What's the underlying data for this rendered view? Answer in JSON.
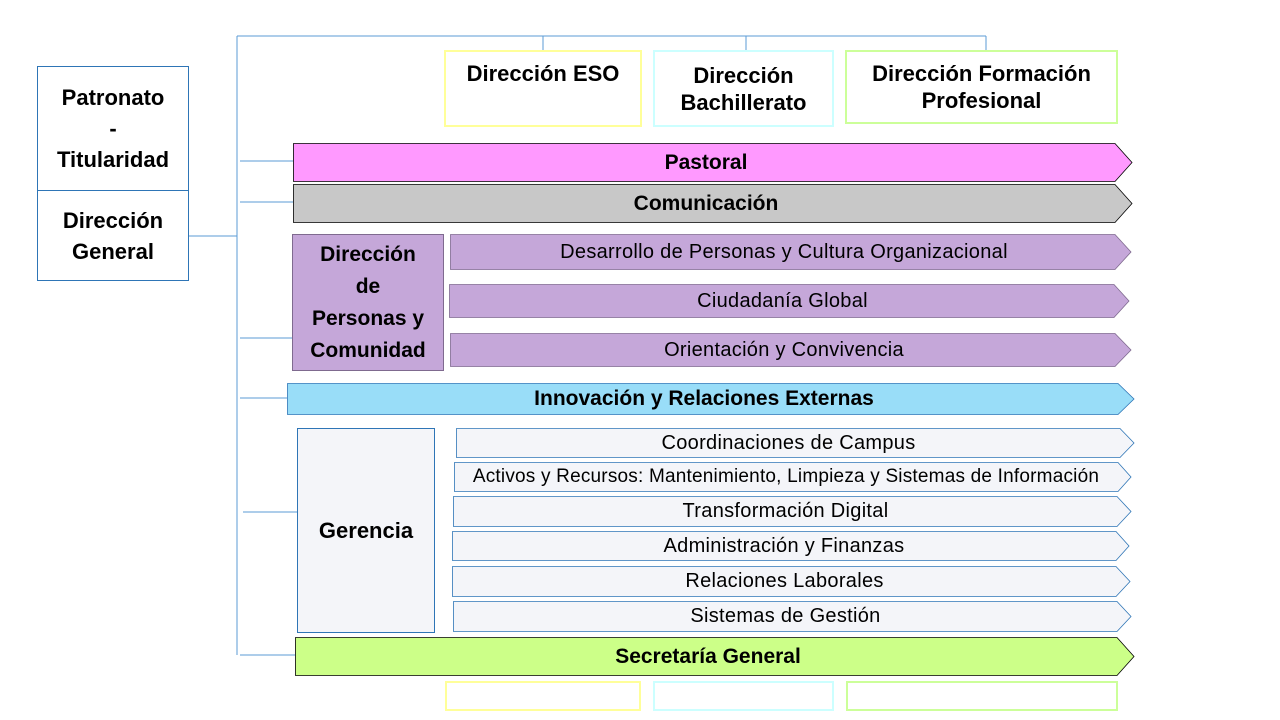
{
  "patronato": "Patronato\n-\nTitularidad",
  "direccion_general": "Dirección\nGeneral",
  "top_directions": [
    "Dirección ESO",
    "Dirección\nBachillerato",
    "Dirección Formación\nProfesional"
  ],
  "pastoral": "Pastoral",
  "comunicacion": "Comunicación",
  "personas": {
    "title": "Dirección\nde\nPersonas y\nComunidad",
    "items": [
      "Desarrollo de Personas y Cultura Organizacional",
      "Ciudadanía Global",
      "Orientación y Convivencia"
    ]
  },
  "innovacion": "Innovación y Relaciones Externas",
  "gerencia": {
    "title": "Gerencia",
    "items": [
      "Coordinaciones de Campus",
      "Activos y Recursos: Mantenimiento, Limpieza y Sistemas de Información",
      "Transformación Digital",
      "Administración y Finanzas",
      "Relaciones Laborales",
      "Sistemas de Gestión"
    ]
  },
  "secretaria": "Secretaría General",
  "colors": {
    "connector": "#5b9bd5",
    "eso_border": "#ffff99",
    "bach_border": "#ccffff",
    "fp_border": "#ccff99",
    "pastoral": "#ff99ff",
    "comunicacion": "#c8c8c8",
    "personas": "#c5a7d9",
    "innovacion": "#99ddf8",
    "gerencia": "#f4f5f9",
    "secretaria": "#ccff88"
  }
}
